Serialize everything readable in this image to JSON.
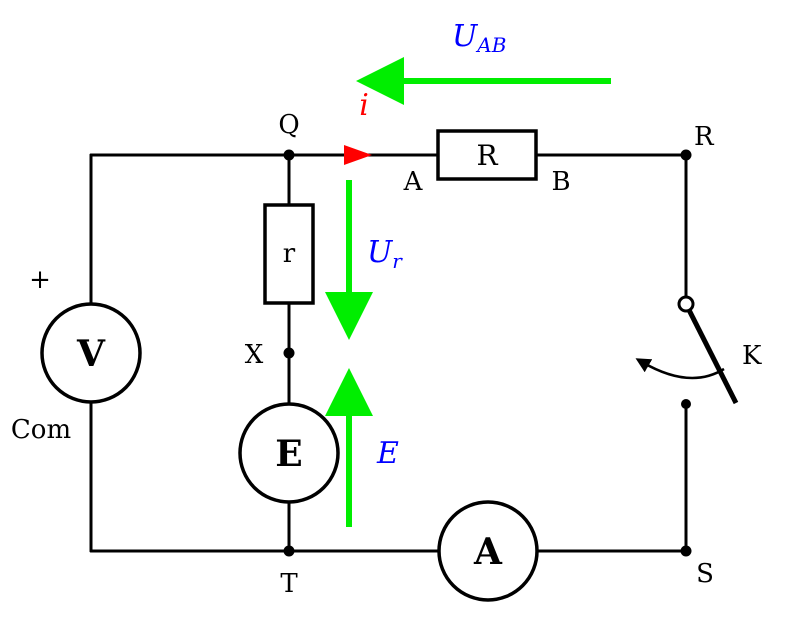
{
  "colors": {
    "wire": "#000000",
    "arrow": "#00ee00",
    "current": "#ff0000",
    "math": "#0000ff"
  },
  "nodes": {
    "q": "Q",
    "r": "R",
    "s": "S",
    "t": "T",
    "x": "X",
    "a": "A",
    "b": "B"
  },
  "components": {
    "resistor_main": "R",
    "resistor_internal": "r",
    "voltmeter": "V",
    "generator": "E",
    "ammeter": "A",
    "switch": "K"
  },
  "voltmeter_terminals": {
    "plus": "+",
    "com": "Com"
  },
  "quantities": {
    "current": "i",
    "u_ab": "U",
    "u_ab_sub": "AB",
    "u_r": "U",
    "u_r_sub": "r",
    "emf": "E"
  }
}
